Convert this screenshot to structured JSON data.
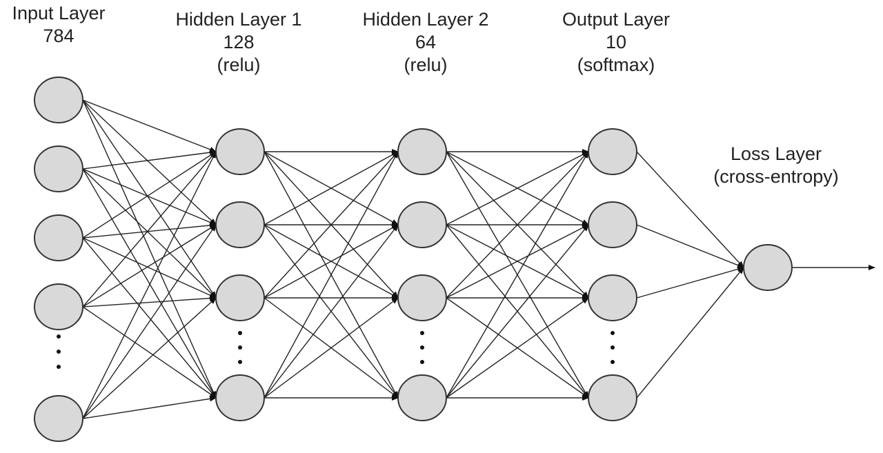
{
  "diagram": {
    "type": "neural-network-architecture",
    "layers": [
      {
        "name": "Input Layer",
        "size": "784",
        "activation": "",
        "label_lines": [
          "Input Layer",
          "784"
        ],
        "shown_nodes": 5,
        "ellipsis_before_last": true
      },
      {
        "name": "Hidden Layer 1",
        "size": "128",
        "activation": "relu",
        "label_lines": [
          "Hidden Layer 1",
          "128",
          "(relu)"
        ],
        "shown_nodes": 4,
        "ellipsis_before_last": true
      },
      {
        "name": "Hidden Layer 2",
        "size": "64",
        "activation": "relu",
        "label_lines": [
          "Hidden Layer 2",
          "64",
          "(relu)"
        ],
        "shown_nodes": 4,
        "ellipsis_before_last": true
      },
      {
        "name": "Output Layer",
        "size": "10",
        "activation": "softmax",
        "label_lines": [
          "Output Layer",
          "10",
          "(softmax)"
        ],
        "shown_nodes": 4,
        "ellipsis_before_last": true
      },
      {
        "name": "Loss Layer",
        "size": "",
        "activation": "cross-entropy",
        "label_lines": [
          "Loss Layer",
          "(cross-entropy)"
        ],
        "shown_nodes": 1,
        "ellipsis_before_last": false
      }
    ],
    "connections": "fully-connected",
    "output_arrow": true,
    "colors": {
      "node_fill": "#d9d9d9",
      "node_stroke": "#333333",
      "edge": "#222222",
      "text": "#222222"
    }
  }
}
